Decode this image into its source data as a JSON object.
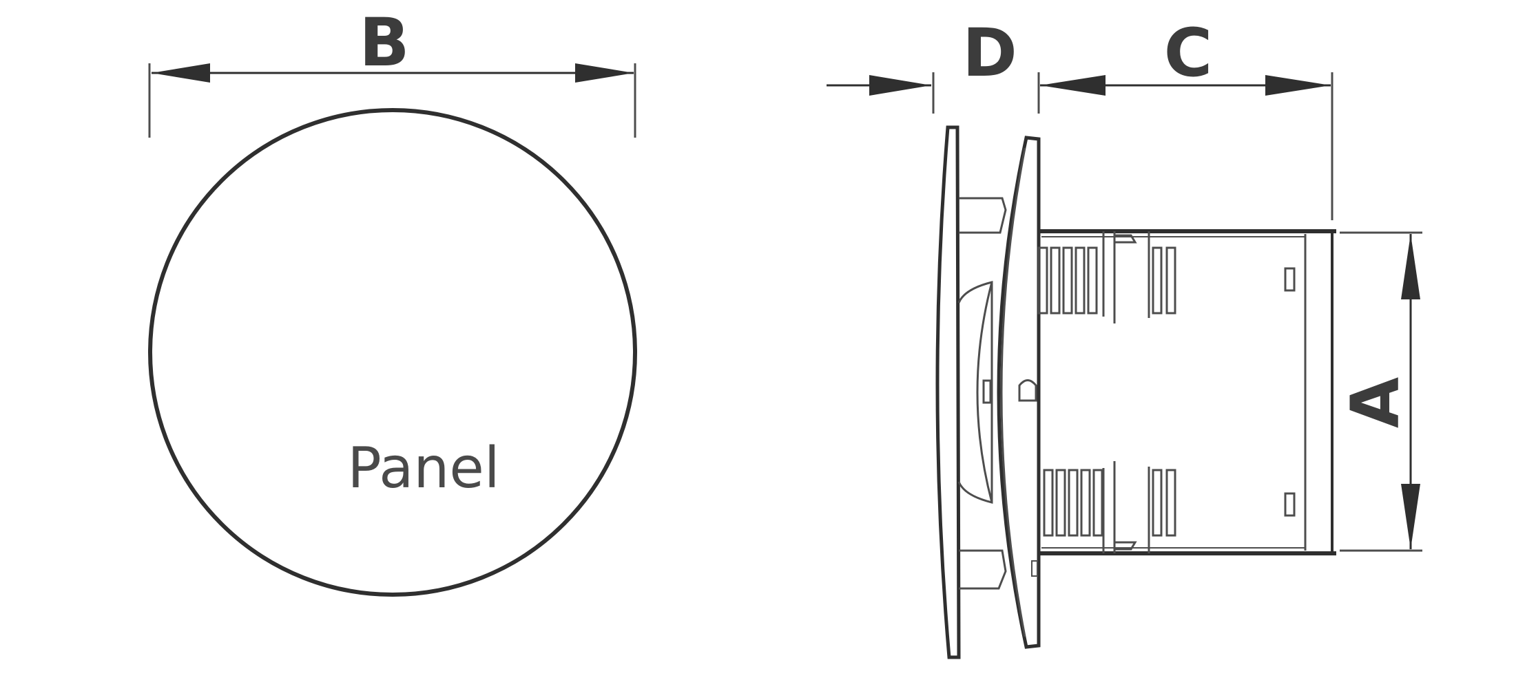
{
  "front_view": {
    "dimension_label": "B",
    "panel_label": "Panel"
  },
  "side_view": {
    "labels": {
      "thickness": "D",
      "depth": "C",
      "diameter": "A"
    }
  },
  "colors": {
    "line": "#2f2f2f",
    "text": "#3c3c3c",
    "background": "#ffffff"
  }
}
